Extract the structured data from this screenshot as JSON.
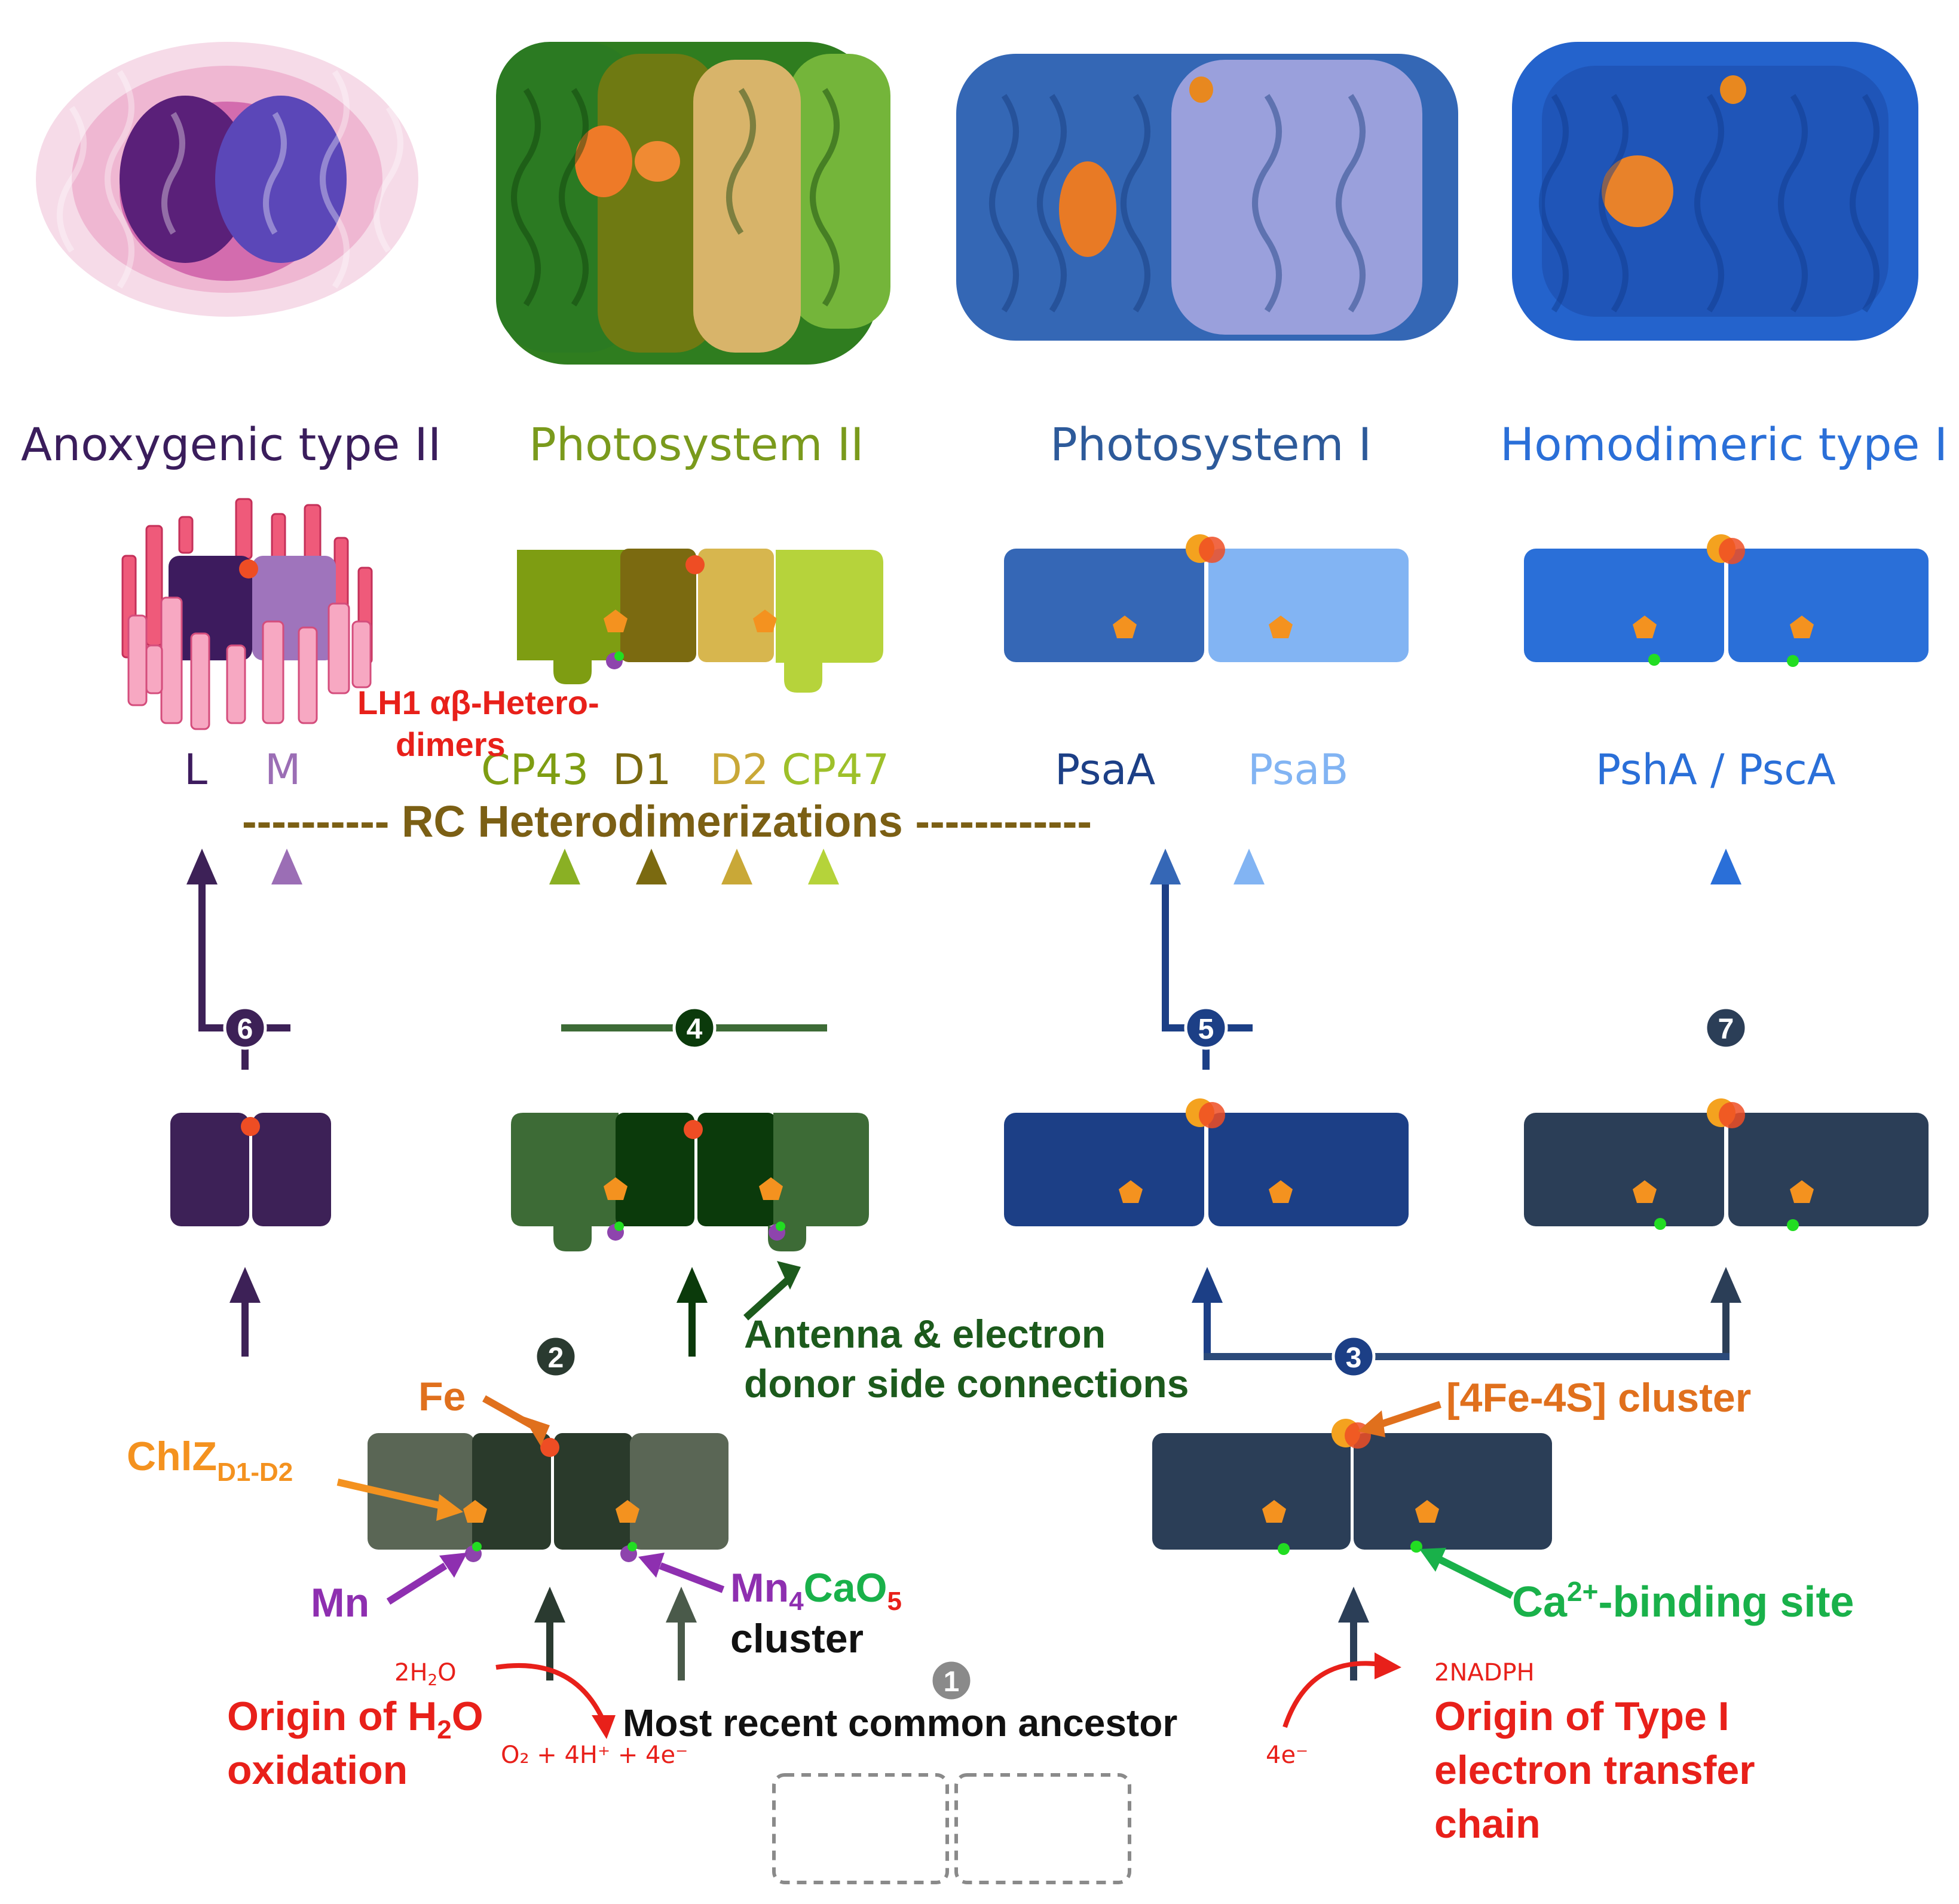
{
  "columns": [
    {
      "title": "Anoxygenic type II",
      "color": "#3a1d5c"
    },
    {
      "title": "Photosystem II",
      "color": "#7a9a1c"
    },
    {
      "title": "Photosystem I",
      "color": "#2d5a9a"
    },
    {
      "title": "Homodimeric type I",
      "color": "#2a6fd8"
    }
  ],
  "subunits": {
    "L": "L",
    "M": "M",
    "CP43": "CP43",
    "D1": "D1",
    "D2": "D2",
    "CP47": "CP47",
    "PsaA": "PsaA",
    "PsaB": "PsaB",
    "PshA": "PshA / PscA"
  },
  "heterodimerization": "---------- RC Heterodimerizations ------------",
  "lh1": {
    "line1": "LH1 αβ-Hetero-",
    "line2": "dimers"
  },
  "steps": [
    "1",
    "2",
    "3",
    "4",
    "5",
    "6",
    "7"
  ],
  "annotations": {
    "antenna_line1": "Antenna & electron",
    "antenna_line2": "donor side connections",
    "fe": "Fe",
    "fe4s4": "[4Fe-4S] cluster",
    "chlz_main": "ChlZ",
    "chlz_sub": "D1-D2",
    "mn": "Mn",
    "mn4_a": "Mn",
    "mn4_b": "4",
    "mn4_c": "CaO",
    "mn4_d": "5",
    "cluster": "cluster",
    "ca_a": "Ca",
    "ca_b": "2+",
    "ca_c": "-binding site",
    "water_left_a": "2H",
    "water_left_b": "2",
    "water_left_c": "O",
    "water_products": "O₂ + 4H⁺ + 4e⁻",
    "h2o_line1_a": "Origin of H",
    "h2o_line1_b": "2",
    "h2o_line1_c": "O",
    "h2o_line2": "oxidation",
    "mrca": "Most recent common ancestor",
    "four_e": "4e⁻",
    "nadph": "2NADPH",
    "type1_line1": "Origin of Type I",
    "type1_line2": "electron transfer",
    "type1_line3": "chain"
  },
  "colors": {
    "anox_dark": "#3d2157",
    "anox_light": "#9b6eb5",
    "ps2_green_dark": "#3d6b36",
    "ps2_green_deep": "#0b3a0b",
    "ps1_dark": "#1c3f86",
    "homo_dark": "#2b3e57",
    "orange": "#f4921f",
    "red_dot": "#ee4d24",
    "green_dot": "#22dd22",
    "purple_dot": "#8e44ad",
    "heterodim": "#7b5f14"
  }
}
